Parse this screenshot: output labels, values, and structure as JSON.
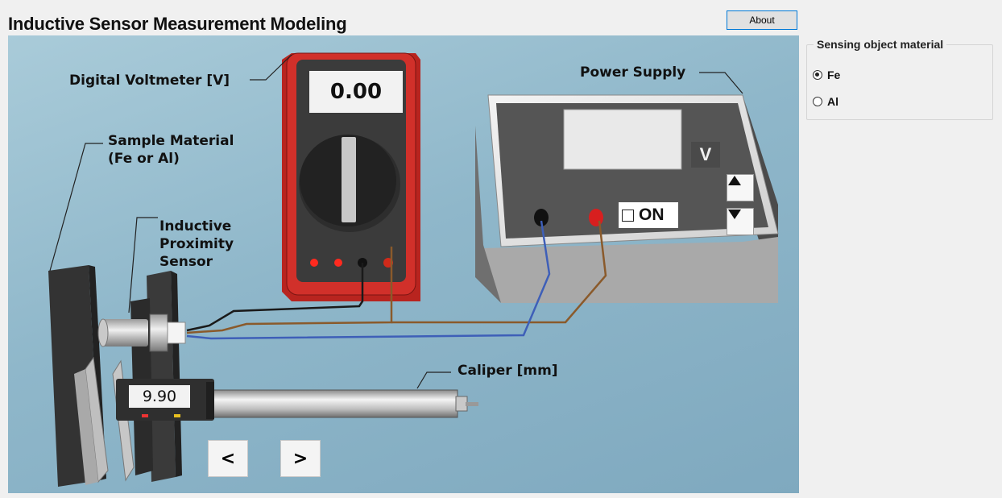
{
  "app": {
    "title": "Inductive Sensor Measurement Modeling"
  },
  "toolbar": {
    "about_label": "About"
  },
  "scene": {
    "labels": {
      "voltmeter": "Digital Voltmeter [V]",
      "power_supply": "Power Supply",
      "sample_line1": "Sample Material",
      "sample_line2": "(Fe or Al)",
      "sensor_line1": "Inductive",
      "sensor_line2": "Proximity",
      "sensor_line3": "Sensor",
      "caliper": "Caliper [mm]"
    },
    "voltmeter_reading": "0.00",
    "caliper_reading": "9.90",
    "power_supply": {
      "unit": "V",
      "up_icon": "triangle-up-icon",
      "down_icon": "triangle-down-icon",
      "on_label": "ON",
      "on_checked": false
    },
    "nav": {
      "prev_label": "<",
      "next_label": ">"
    },
    "colors": {
      "background": "#8fb7ca",
      "voltmeter_body": "#d1302a",
      "wire_black": "#1a1a1a",
      "wire_brown": "#8a5a2b",
      "wire_blue": "#3e5fb8"
    }
  },
  "material_group": {
    "title": "Sensing object material",
    "options": [
      {
        "label": "Fe",
        "selected": true
      },
      {
        "label": "Al",
        "selected": false
      }
    ]
  }
}
